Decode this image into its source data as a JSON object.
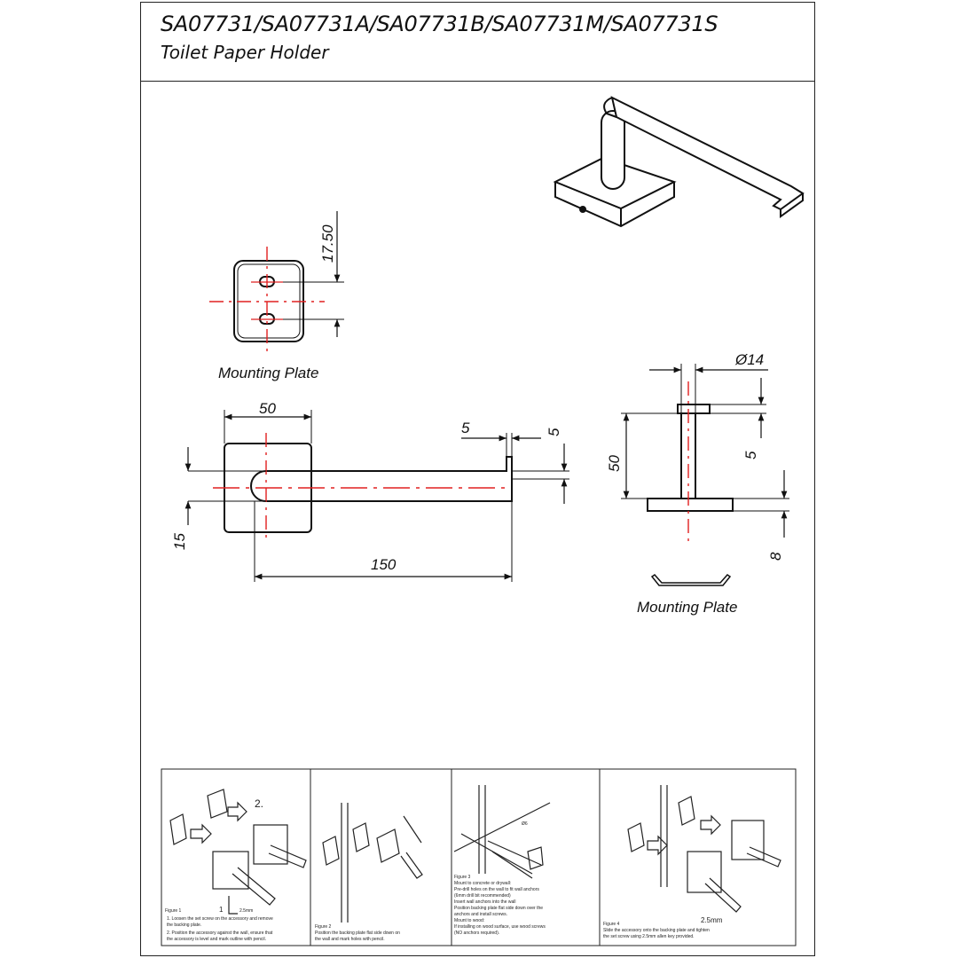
{
  "title_block": {
    "codes": "SA07731/SA07731A/SA07731B/SA07731M/SA07731S",
    "product": "Toilet Paper Holder"
  },
  "views": {
    "mounting_plate_label_front": "Mounting Plate",
    "mounting_plate_label_side": "Mounting Plate"
  },
  "dimensions": {
    "hole_spacing": "17.50",
    "plate_width": "50",
    "arm_thickness": "15",
    "arm_length": "150",
    "tip_width": "5",
    "tip_height": "5",
    "diameter": "Ø14",
    "height": "50",
    "cap_thickness": "5",
    "base_thickness": "8"
  },
  "instructions": {
    "fig1": {
      "step_label": "2.",
      "callout_1": "1",
      "callout_2": "2.5mm",
      "caption": "Figure 1",
      "lines": [
        "1.   Loosen the set screw on the accessory and remove",
        "      the backing plate.",
        "2.   Position the accessory against the wall, ensure that",
        "      the accessory is level and mark outline with pencil."
      ]
    },
    "fig2": {
      "caption": "Figure 2",
      "lines": [
        "Position the backing plate flat side down on",
        "the wall and mark holes with pencil."
      ]
    },
    "fig3": {
      "caption": "Figure 3",
      "drill_label": "Ø6",
      "lines": [
        "Mount to concrete or drywall:",
        "Pre-drill holes on the wall to fit wall anchors",
        "(6mm drill bit recommended)",
        "Insert wall anchors into the wall",
        "Position backing plate flat side down over the",
        "anchors and install screws.",
        "Mount to wood:",
        "If installing on wood surface, use wood screws",
        "(NO anchors required)."
      ]
    },
    "fig4": {
      "caption": "Figure 4",
      "callout": "2.5mm",
      "lines": [
        "Slide the accessory onto the backing plate and tighten",
        "the set screw using 2.5mm allen key provided."
      ]
    }
  }
}
